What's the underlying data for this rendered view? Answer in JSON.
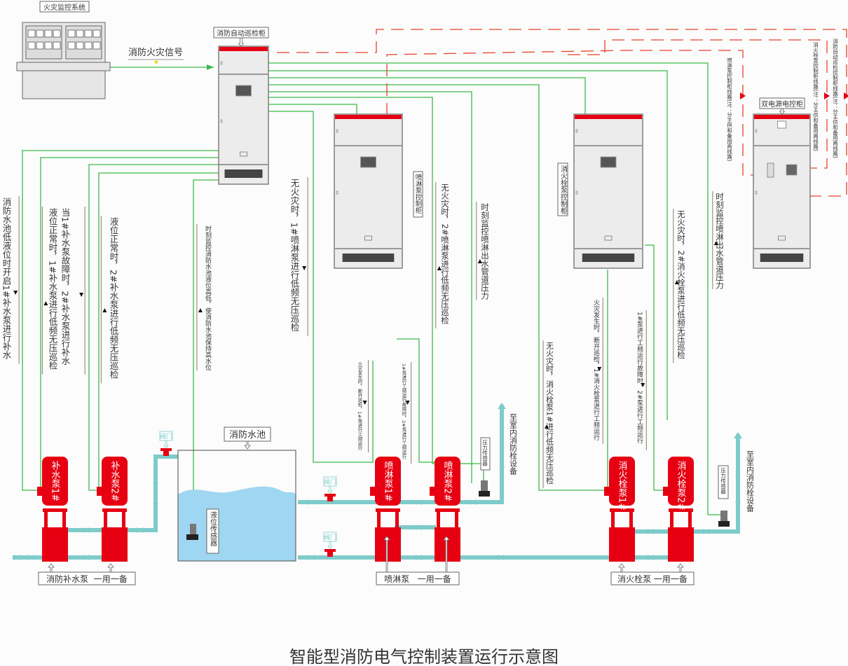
{
  "title": "智能型消防电气控制装置运行示意图",
  "colors": {
    "signal_line": "#3db84a",
    "power_line": "#e8412c",
    "pipe": "#7ecbcb",
    "pump": "#e60012",
    "water": "#9fd6f2",
    "cabinet_fill": "#ececec",
    "cabinet_header": "#e60012",
    "text": "#333333",
    "valve_label": "#7ecbcb"
  },
  "fire_monitor": {
    "label": "火灾监控系统",
    "signal_label": "消防火灾信号"
  },
  "cabinets": {
    "inspection": {
      "label": "消防自动巡检柜"
    },
    "sprinkler": {
      "label": "喷淋泵控制柜"
    },
    "hydrant": {
      "label": "消火栓泵控制柜"
    },
    "dual_power": {
      "label": "双电源电控柜"
    }
  },
  "power_routes": [
    {
      "text": "喷淋泵控制柜线路(注：分主供和备用两线路)"
    },
    {
      "text": "消火栓泵控制柜线路(注：分主供和备用两线路)"
    },
    {
      "text": "消防自动巡检控制柜线路(注：分主供和备用两线路)"
    }
  ],
  "annotations": {
    "makeup_low": "消防水池低液位时开启1#补水泵进行补水",
    "makeup_fault_1": "当1#补水泵故障时，2#补水泵进行补水",
    "makeup_fault_2": "液位正常时，1#补水泵进行低频无压巡检",
    "makeup_normal": "液位正常时，2#补水泵进行低频无压巡检",
    "pool_monitor": "时刻监控消防水池液位高低，使消防水池保持高水位",
    "spr1_patrol": "无火灾时，1#喷淋泵进行低频无压巡检",
    "spr2_patrol": "无火灾时，2#喷淋泵进行低频无压巡检",
    "spr_pressure": "时刻监控喷淋出水管道压力",
    "spr_fire": "火灾发生时，断开巡检，1#泵进行工频运行",
    "spr_fault": "1#泵进行工频运行故障时，2#泵进行工频运行",
    "hyd1_patrol": "无火灾时，消火栓泵1#进行低频无压巡检",
    "hyd_fire": "火灾发生时，断开巡检，1#消火栓泵进行工频运行",
    "hyd_fault": "1#泵进行工频运行故障时，2#泵进行工频运行",
    "hyd2_patrol": "无火灾时，2#消火栓泵进行低频无压巡检",
    "hyd_pressure": "时刻监控喷淋出水管道压力"
  },
  "pumps": {
    "makeup1": "补水泵1#",
    "makeup2": "补水泵2#",
    "spr1": "喷淋泵1#",
    "spr2": "喷淋泵2#",
    "hyd1": "消火栓泵1#",
    "hyd2": "消火栓泵2#"
  },
  "groups": {
    "makeup": "消防补水泵  一用一备",
    "sprinkler": "喷淋泵   一用一备",
    "hydrant": "消火栓泵 一用一备"
  },
  "pool": {
    "label": "消防水池",
    "level_sensor": "液位传感器"
  },
  "valve_label": "阀门",
  "pressure_sensor": "压力传感器",
  "outlet_label": "至室内消防栓设备"
}
